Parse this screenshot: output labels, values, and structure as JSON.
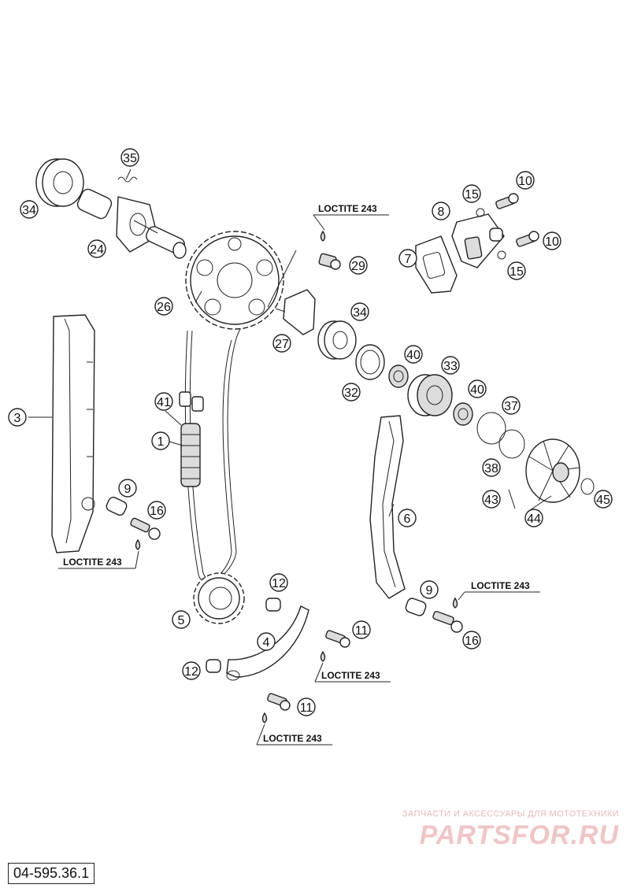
{
  "drawing_number": "04-595.36.1",
  "watermark": {
    "tagline": "ЗАПЧАСТИ И АКСЕССУАРЫ ДЛЯ МОТОТЕХНИКИ",
    "brand": "PARTSFOR.RU"
  },
  "callouts": {
    "c35": "35",
    "c34a": "34",
    "c24": "24",
    "c26": "26",
    "c3": "3",
    "c41": "41",
    "c1": "1",
    "c9a": "9",
    "c16a": "16",
    "c5": "5",
    "c12a": "12",
    "c4": "4",
    "c12b": "12",
    "c11a": "11",
    "c11b": "11",
    "c29": "29",
    "c27": "27",
    "c34b": "34",
    "c32": "32",
    "c40a": "40",
    "c33": "33",
    "c40b": "40",
    "c37": "37",
    "c38": "38",
    "c43": "43",
    "c44": "44",
    "c45": "45",
    "c6": "6",
    "c9b": "9",
    "c16b": "16",
    "c8": "8",
    "c7": "7",
    "c15a": "15",
    "c15b": "15",
    "c10a": "10",
    "c10b": "10"
  },
  "loctite": {
    "top": "LOCTITE 243",
    "left": "LOCTITE 243",
    "right": "LOCTITE 243",
    "center": "LOCTITE 243",
    "bottom": "LOCTITE 243"
  }
}
